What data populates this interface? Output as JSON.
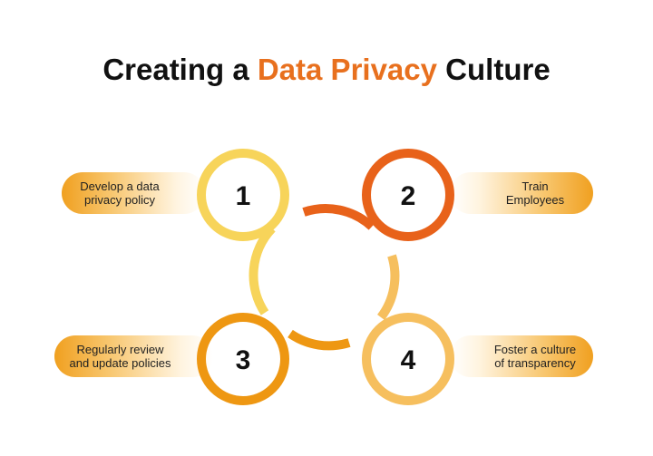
{
  "title": {
    "prefix": "Creating a ",
    "highlight": "Data Privacy",
    "suffix": " Culture"
  },
  "steps": [
    {
      "number": "1",
      "label_lines": [
        "Develop a data",
        "privacy policy"
      ],
      "color": "#f7d45a"
    },
    {
      "number": "2",
      "label_lines": [
        "Train",
        "Employees"
      ],
      "color": "#e8621a"
    },
    {
      "number": "3",
      "label_lines": [
        "Regularly review",
        "and update policies"
      ],
      "color": "#ee9712"
    },
    {
      "number": "4",
      "label_lines": [
        "Foster a culture",
        "of transparency"
      ],
      "color": "#f6bf5e"
    }
  ]
}
